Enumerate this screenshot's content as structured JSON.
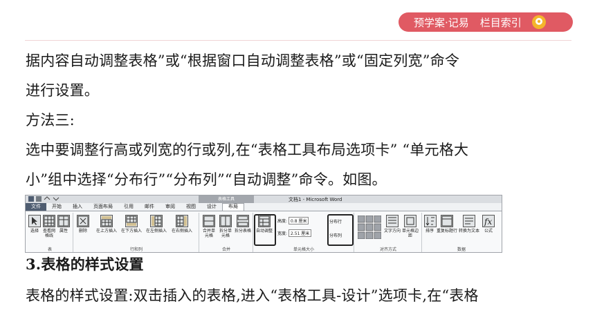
{
  "header": {
    "left_label": "预学案·记易",
    "right_label": "栏目索引",
    "accent": "#e05a63",
    "pin_icon": "map-pin-icon"
  },
  "paragraphs": {
    "p1": "据内容自动调整表格”或“根据窗口自动调整表格”或“固定列宽”命令",
    "p2": "进行设置。",
    "p3": "方法三:",
    "p4": "选中要调整行高或列宽的行或列,在“表格工具布局选项卡” “单元格大",
    "p5": "小”组中选择“分布行”“分布列”“自动调整”命令。如图。",
    "heading": "3.表格的样式设置",
    "p7": "表格的样式设置:双击插入的表格,进入“表格工具-设计”选项卡,在“表格"
  },
  "ribbon": {
    "tool_tab": "表格工具",
    "doc_title": "文档1 - Microsoft Word",
    "tabs": [
      "文件",
      "开始",
      "插入",
      "页面布局",
      "引用",
      "邮件",
      "审阅",
      "视图",
      "设计",
      "布局"
    ],
    "buttons": {
      "select": "选择",
      "view_grid": "查看网格线",
      "props": "属性",
      "delete": "删除",
      "ins_above": "在上方插入",
      "ins_below": "在下方插入",
      "ins_left": "在左侧插入",
      "ins_right": "在右侧插入",
      "merge": "合并单元格",
      "split_cells": "拆分单元格",
      "split_table": "拆分表格",
      "autofit": "自动调整",
      "height_label": "高度:",
      "height_value": "0.8 厘米",
      "width_label": "宽度:",
      "width_value": "2.51 厘米",
      "dist_rows": "分布行",
      "dist_cols": "分布列",
      "text_dir": "文字方向",
      "cell_margin": "单元格边距",
      "sort": "排序",
      "repeat_header": "重复标题行",
      "to_text": "转换为文本",
      "formula": "公式"
    },
    "groups": {
      "table": "表",
      "rows_cols": "行和列",
      "merge": "合并",
      "cell_size": "单元格大小",
      "align": "对齐方式",
      "data": "数据"
    }
  }
}
